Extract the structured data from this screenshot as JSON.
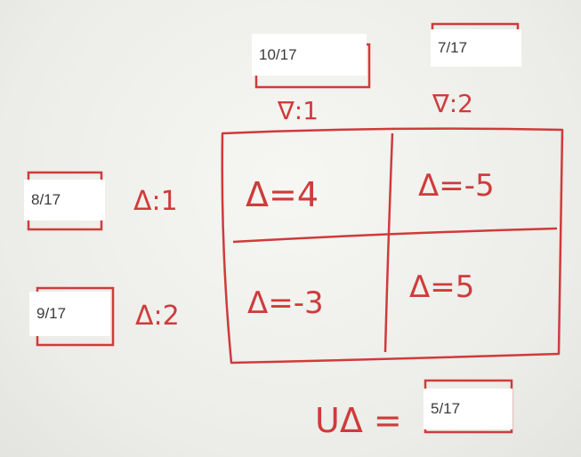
{
  "columns": [
    {
      "label": "∇:1",
      "answer": "10/17"
    },
    {
      "label": "∇:2",
      "answer": "7/17"
    }
  ],
  "rows": [
    {
      "label": "Δ:1",
      "answer": "8/17"
    },
    {
      "label": "Δ:2",
      "answer": "9/17"
    }
  ],
  "cells": [
    [
      "Δ=4",
      "Δ=-5"
    ],
    [
      "Δ=-3",
      "Δ=5"
    ]
  ],
  "utility": {
    "label": "UΔ =",
    "answer": "5/17"
  },
  "colors": {
    "ink": "#cf3b3b",
    "board": "#eeeeea",
    "answer_box": "#ffffff"
  }
}
